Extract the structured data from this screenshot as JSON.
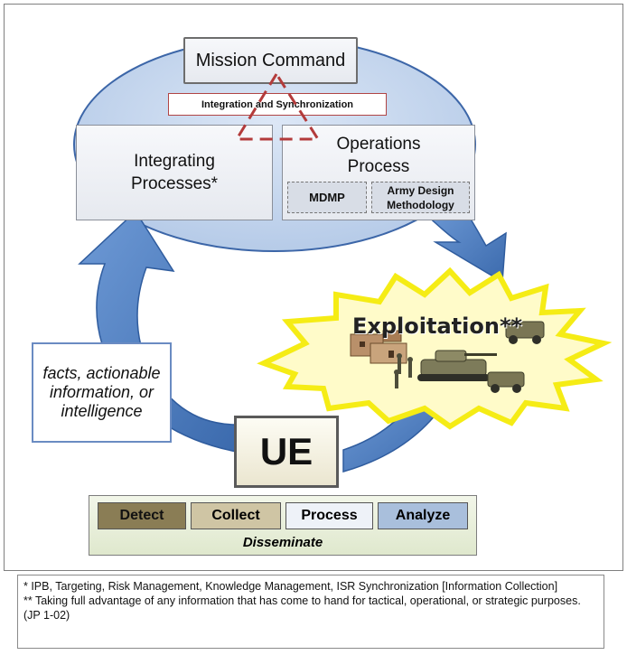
{
  "diagram": {
    "mission_command": "Mission Command",
    "integration_sync": "Integration and Synchronization",
    "integrating_processes": "Integrating Processes*",
    "operations_process": "Operations Process",
    "mdmp": "MDMP",
    "army_design": "Army Design Methodology",
    "exploitation": "Exploitation**",
    "facts": "facts, actionable information, or intelligence",
    "ue": "UE",
    "steps": [
      "Detect",
      "Collect",
      "Process",
      "Analyze"
    ],
    "disseminate": "Disseminate",
    "colors": {
      "cycle_arrow": "#4f7fc2",
      "ellipse": "#c5d6ee",
      "burst_fill": "#fffbc9",
      "burst_edge": "#f5ec15",
      "triangle": "#b33b3b"
    }
  },
  "notes": {
    "line1": "*  IPB, Targeting, Risk Management, Knowledge Management, ISR Synchronization [Information Collection]",
    "line2": "** Taking full advantage of any information that has come to hand for tactical, operational, or strategic purposes. (JP 1-02)"
  }
}
